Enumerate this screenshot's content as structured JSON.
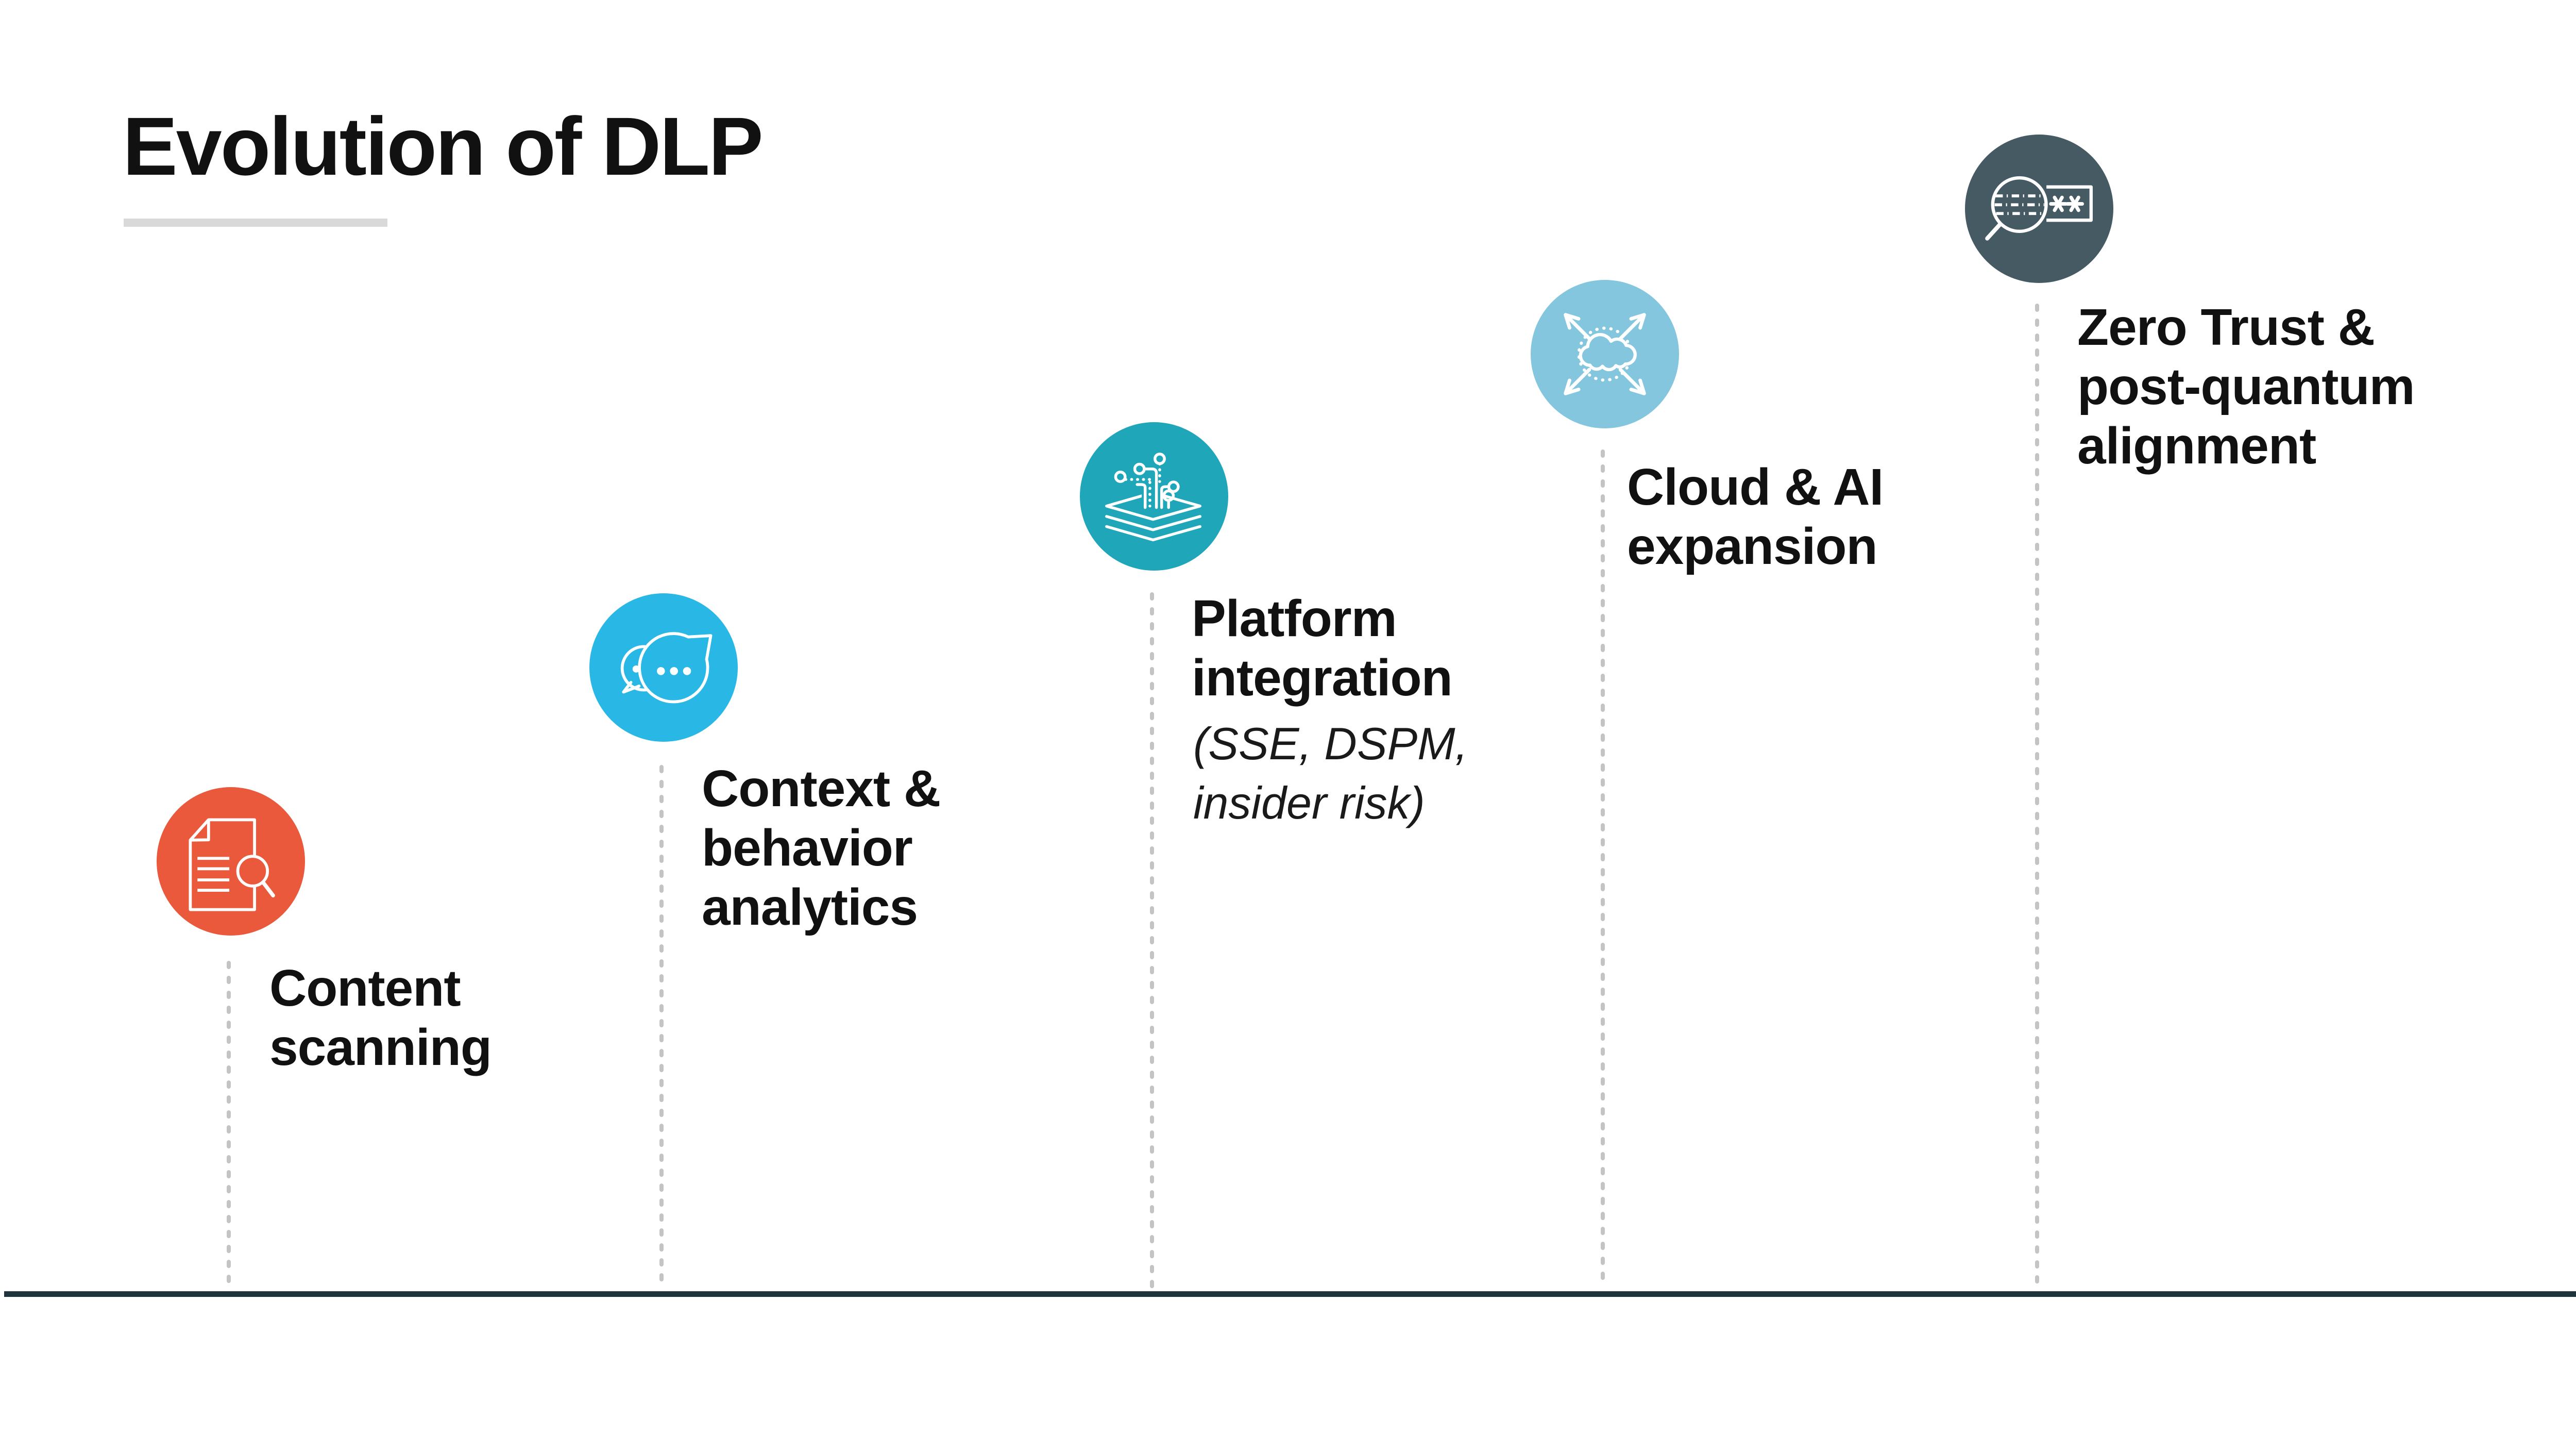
{
  "title": "Evolution of DLP",
  "colors": {
    "background": "#FFFFFF",
    "text": "#111111",
    "title_rule": "#D9D9D9",
    "baseline": "#20343E",
    "dotted_line": "#C4C4C4",
    "icon_stroke": "#FFFFFF"
  },
  "milestones": [
    {
      "id": "content-scanning",
      "label": "Content\nscanning",
      "color": "#EA593B",
      "icon": "document-scan-icon"
    },
    {
      "id": "context-behavior-analytics",
      "label": "Context &\nbehavior\nanalytics",
      "color": "#29B8E6",
      "icon": "chat-bubbles-icon"
    },
    {
      "id": "platform-integration",
      "label": "Platform\nintegration",
      "sub": "(SSE, DSPM,\ninsider risk)",
      "color": "#1FA7B9",
      "icon": "layers-circuit-icon"
    },
    {
      "id": "cloud-ai-expansion",
      "label": "Cloud & AI\nexpansion",
      "color": "#83C6DD",
      "icon": "cloud-expansion-icon"
    },
    {
      "id": "zero-trust-post-quantum",
      "label": "Zero Trust &\npost-quantum\nalignment",
      "color": "#465A64",
      "icon": "password-scan-icon"
    }
  ]
}
